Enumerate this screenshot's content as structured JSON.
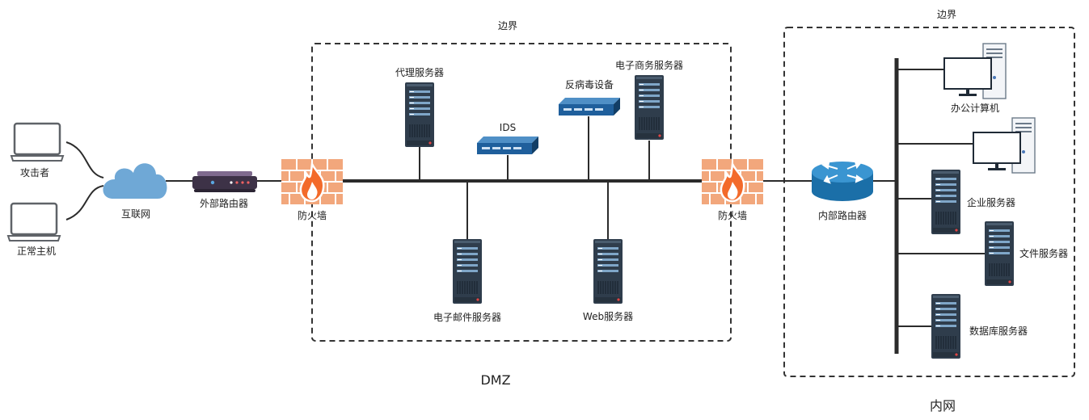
{
  "zones": {
    "dmz_border_label": "边界",
    "dmz_label": "DMZ",
    "intranet_border_label": "边界",
    "intranet_label": "内网"
  },
  "nodes": {
    "attacker": "攻击者",
    "normal_host": "正常主机",
    "internet": "互联网",
    "external_router": "外部路由器",
    "firewall_outer": "防火墙",
    "proxy_server": "代理服务器",
    "ids": "IDS",
    "antivirus": "反病毒设备",
    "ecommerce_server": "电子商务服务器",
    "mail_server": "电子邮件服务器",
    "web_server": "Web服务器",
    "firewall_inner": "防火墙",
    "internal_router": "内部路由器",
    "office_computer": "办公计算机",
    "enterprise_server": "企业服务器",
    "file_server": "文件服务器",
    "database_server": "数据库服务器"
  },
  "colors": {
    "server_body": "#2f3d4c",
    "appliance": "#1f5f9c",
    "firewall_brick": "#ee8a55",
    "flame": "#f36a2a",
    "cloud": "#6fa8d6",
    "router_blue": "#1b6fa8"
  }
}
